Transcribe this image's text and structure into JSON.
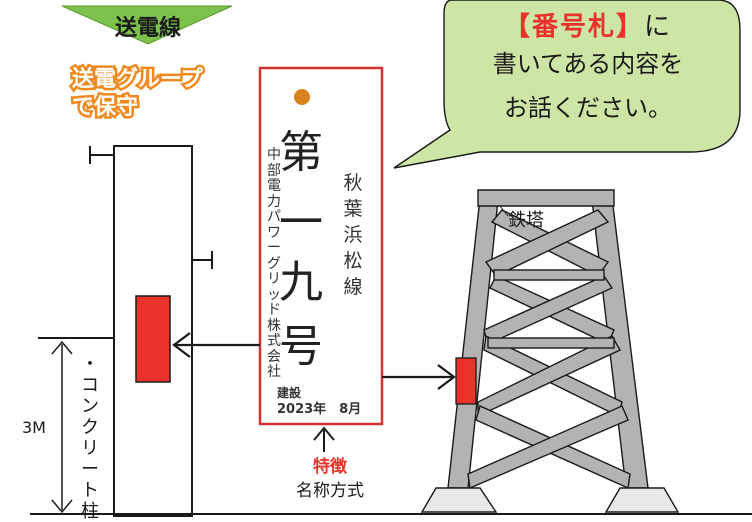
{
  "power_line_label": "送電線",
  "group_label_line1": "送電グループ",
  "group_label_line2": "で保守",
  "bubble": {
    "bracket_open": "【",
    "highlight": "番号札",
    "bracket_close": "】",
    "suffix": "に",
    "line2": "書いてある内容を",
    "line3": "お話ください。"
  },
  "plate": {
    "char1": "第",
    "char2": "一",
    "char3": "九",
    "char4": "号",
    "company": "中部電力パワーグリッド株式会社",
    "line_name": "秋葉浜松線",
    "built_label": "建設",
    "date": "2023年　8月"
  },
  "feature_label": "特徴",
  "naming_label": "名称方式",
  "tower_label": "鉄塔",
  "height_label": "3M",
  "pole_label": "・コンクリート柱",
  "colors": {
    "accent_red": "#e8322a",
    "bubble_green": "#cde6a6",
    "triangle_green": "#7dc24a",
    "orange": "#f08a1e",
    "tower_gray": "#b3b3b3",
    "plate_border": "#d43030",
    "dot_orange": "#d9821e"
  }
}
